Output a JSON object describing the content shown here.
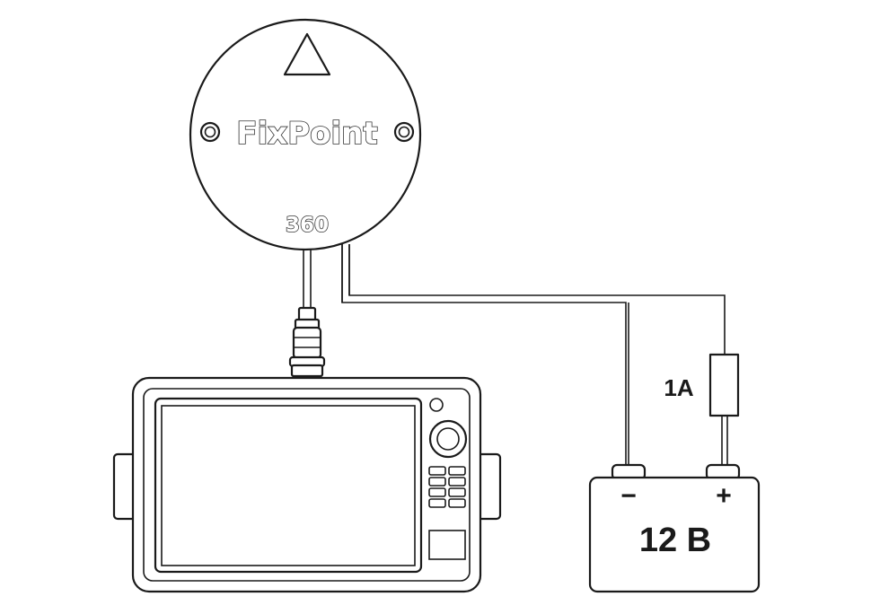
{
  "sensor": {
    "brand": "FixPoint",
    "model": "360"
  },
  "fuse": {
    "rating": "1A"
  },
  "battery": {
    "minus_sign": "−",
    "plus_sign": "+",
    "voltage": "12 B"
  }
}
